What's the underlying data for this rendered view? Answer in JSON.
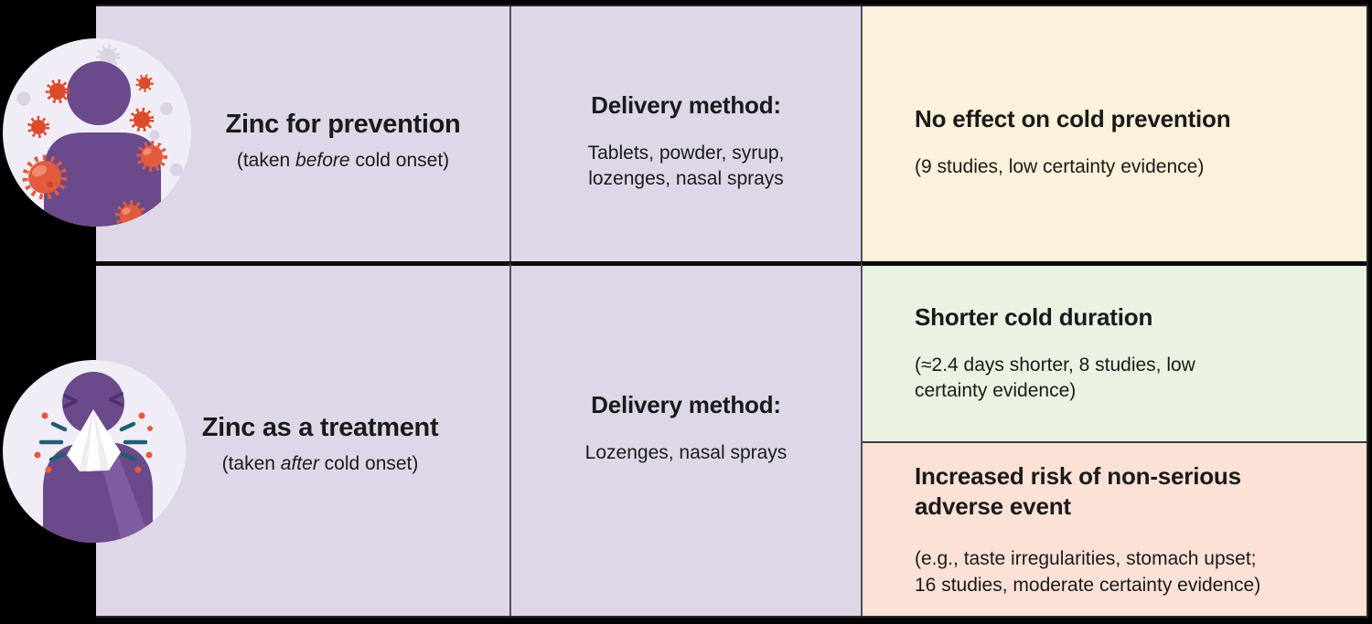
{
  "canvas": {
    "background": "#000000"
  },
  "table": {
    "cell_background": "#DDD7E7",
    "row_divider_color": "#0b0b0b",
    "column_divider_color": "#55505c",
    "text_color": "#1a1a1a",
    "rows": [
      {
        "icon": "person-with-viruses-icon",
        "title": "Zinc for prevention",
        "subtitle": {
          "pre": "(taken ",
          "italic": "before",
          "post": " cold onset)"
        },
        "delivery_heading": "Delivery method:",
        "delivery_methods": "Tablets, powder, syrup,\nlozenges, nasal sprays",
        "outcomes": [
          {
            "title": "No effect on cold prevention",
            "detail": "(9 studies, low certainty evidence)",
            "background": "#FCF1DA"
          }
        ]
      },
      {
        "icon": "sneezing-person-icon",
        "title": "Zinc as a treatment",
        "subtitle": {
          "pre": "(taken ",
          "italic": "after",
          "post": " cold onset)"
        },
        "delivery_heading": "Delivery method:",
        "delivery_methods": "Lozenges, nasal sprays",
        "outcomes": [
          {
            "title": "Shorter cold duration",
            "detail": "(≈2.4 days shorter, 8 studies, low\ncertainty evidence)",
            "background": "#EAF3E2"
          },
          {
            "title": "Increased risk of non-serious\nadverse event",
            "detail": "(e.g., taste irregularities, stomach upset;\n16 studies, moderate certainty evidence)",
            "background": "#FCE1D7"
          }
        ]
      }
    ]
  },
  "icon_colors": {
    "circle_background": "#F1EDF6",
    "person_purple": "#6B4A8C",
    "arm_light_purple": "#7E5C9E",
    "virus_red": "#DC4B2B",
    "virus_red_large": "#E25B3D",
    "virus_highlight": "#F08B70",
    "faint_virus": "#D9D3E3",
    "sneeze_teal": "#1F5E72",
    "sneeze_orange": "#E8593B",
    "tissue_white": "#FFFFFF"
  }
}
